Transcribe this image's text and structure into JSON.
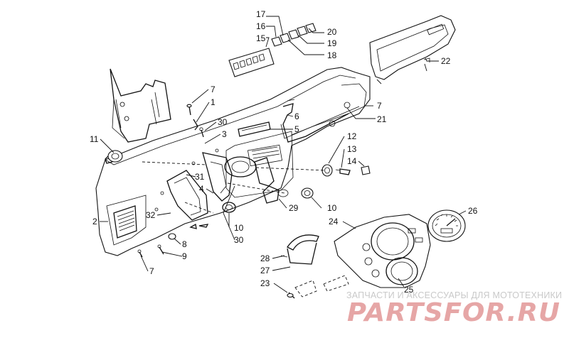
{
  "callouts": {
    "c1": "1",
    "c2": "2",
    "c3": "3",
    "c4": "4",
    "c5": "5",
    "c6": "6",
    "c7a": "7",
    "c7b": "7",
    "c7c": "7",
    "c8": "8",
    "c9": "9",
    "c10a": "10",
    "c10b": "10",
    "c11": "11",
    "c12": "12",
    "c13": "13",
    "c14": "14",
    "c15": "15",
    "c16": "16",
    "c17": "17",
    "c18": "18",
    "c19": "19",
    "c20": "20",
    "c21": "21",
    "c22": "22",
    "c23": "23",
    "c24": "24",
    "c25": "25",
    "c26": "26",
    "c27": "27",
    "c28": "28",
    "c29": "29",
    "c30a": "30",
    "c30b": "30",
    "c31": "31",
    "c32": "32"
  },
  "watermark": {
    "subtitle": "ЗАПЧАСТИ И АКСЕССУАРЫ ДЛЯ МОТОТЕХНИКИ",
    "logo": "PARTSFOR.RU"
  },
  "colors": {
    "line": "#111111",
    "watermark_logo": "#e6a6a6",
    "watermark_sub": "#c9c9c9"
  }
}
